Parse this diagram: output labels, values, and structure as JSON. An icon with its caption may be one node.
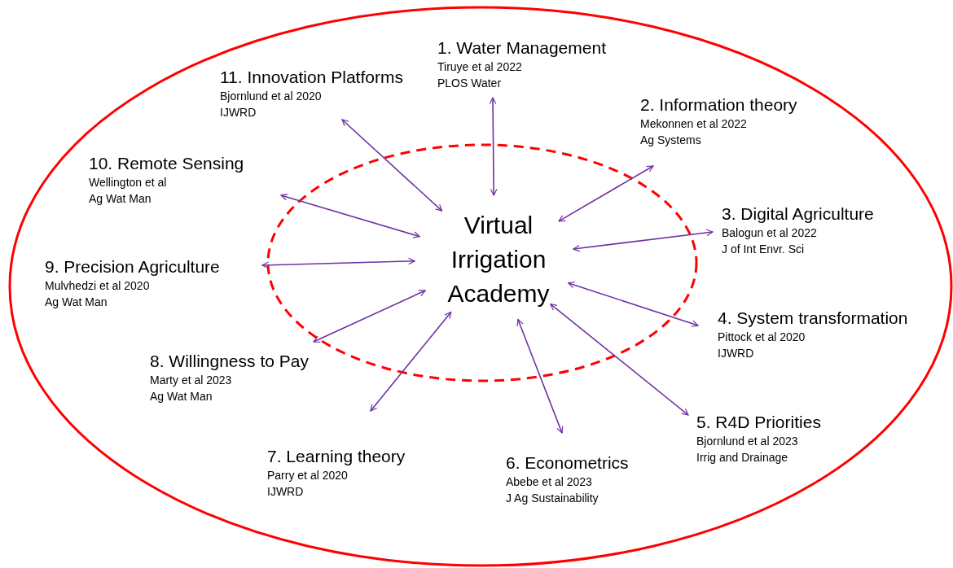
{
  "diagram": {
    "nodes": [
      {
        "text": [
          "Virtual Irrigation Academy"
        ]
      },
      {
        "text": [
          "1. Water Management",
          "Tiruye et al 2022",
          "PLOS Water"
        ]
      },
      {
        "text": [
          "2. Information theory",
          "Mekonnen et al 2022",
          "Ag Systems"
        ]
      },
      {
        "text": [
          "3. Digital Agriculture",
          "Balogun et al 2022",
          "J of Int Envr. Sci"
        ]
      },
      {
        "text": [
          "4. System transformation",
          "Pittock et al 2020",
          "IJWRD"
        ]
      },
      {
        "text": [
          "5. R4D Priorities",
          "Bjornlund et al 2023",
          "Irrig and Drainage"
        ]
      },
      {
        "text": [
          "6. Econometrics",
          "Abebe et al 2023",
          "J Ag Sustainability"
        ]
      },
      {
        "text": [
          "7. Learning theory",
          "Parry et al 2020",
          "IJWRD"
        ]
      },
      {
        "text": [
          "8. Willingness to Pay",
          "Marty et al 2023",
          "Ag Wat Man"
        ]
      },
      {
        "text": [
          "9. Precision Agriculture",
          "Mulvhedzi et al 2020",
          "Ag Wat Man"
        ]
      },
      {
        "text": [
          "10. Remote Sensing",
          "Wellington et al",
          "Ag Wat Man"
        ]
      },
      {
        "text": [
          "11. Innovation Platforms",
          "Bjornlund et al 2020",
          "IJWRD"
        ]
      }
    ],
    "edges": [
      {
        "from": 1,
        "to": 0,
        "arrow": "both"
      },
      {
        "from": 2,
        "to": 0,
        "arrow": "both"
      },
      {
        "from": 3,
        "to": 0,
        "arrow": "both"
      },
      {
        "from": 4,
        "to": 0,
        "arrow": "both"
      },
      {
        "from": 5,
        "to": 0,
        "arrow": "both"
      },
      {
        "from": 6,
        "to": 0,
        "arrow": "both"
      },
      {
        "from": 7,
        "to": 0,
        "arrow": "both"
      },
      {
        "from": 8,
        "to": 0,
        "arrow": "both"
      },
      {
        "from": 9,
        "to": 0,
        "arrow": "both"
      },
      {
        "from": 10,
        "to": 0,
        "arrow": "both"
      },
      {
        "from": 11,
        "to": 0,
        "arrow": "both"
      }
    ]
  }
}
